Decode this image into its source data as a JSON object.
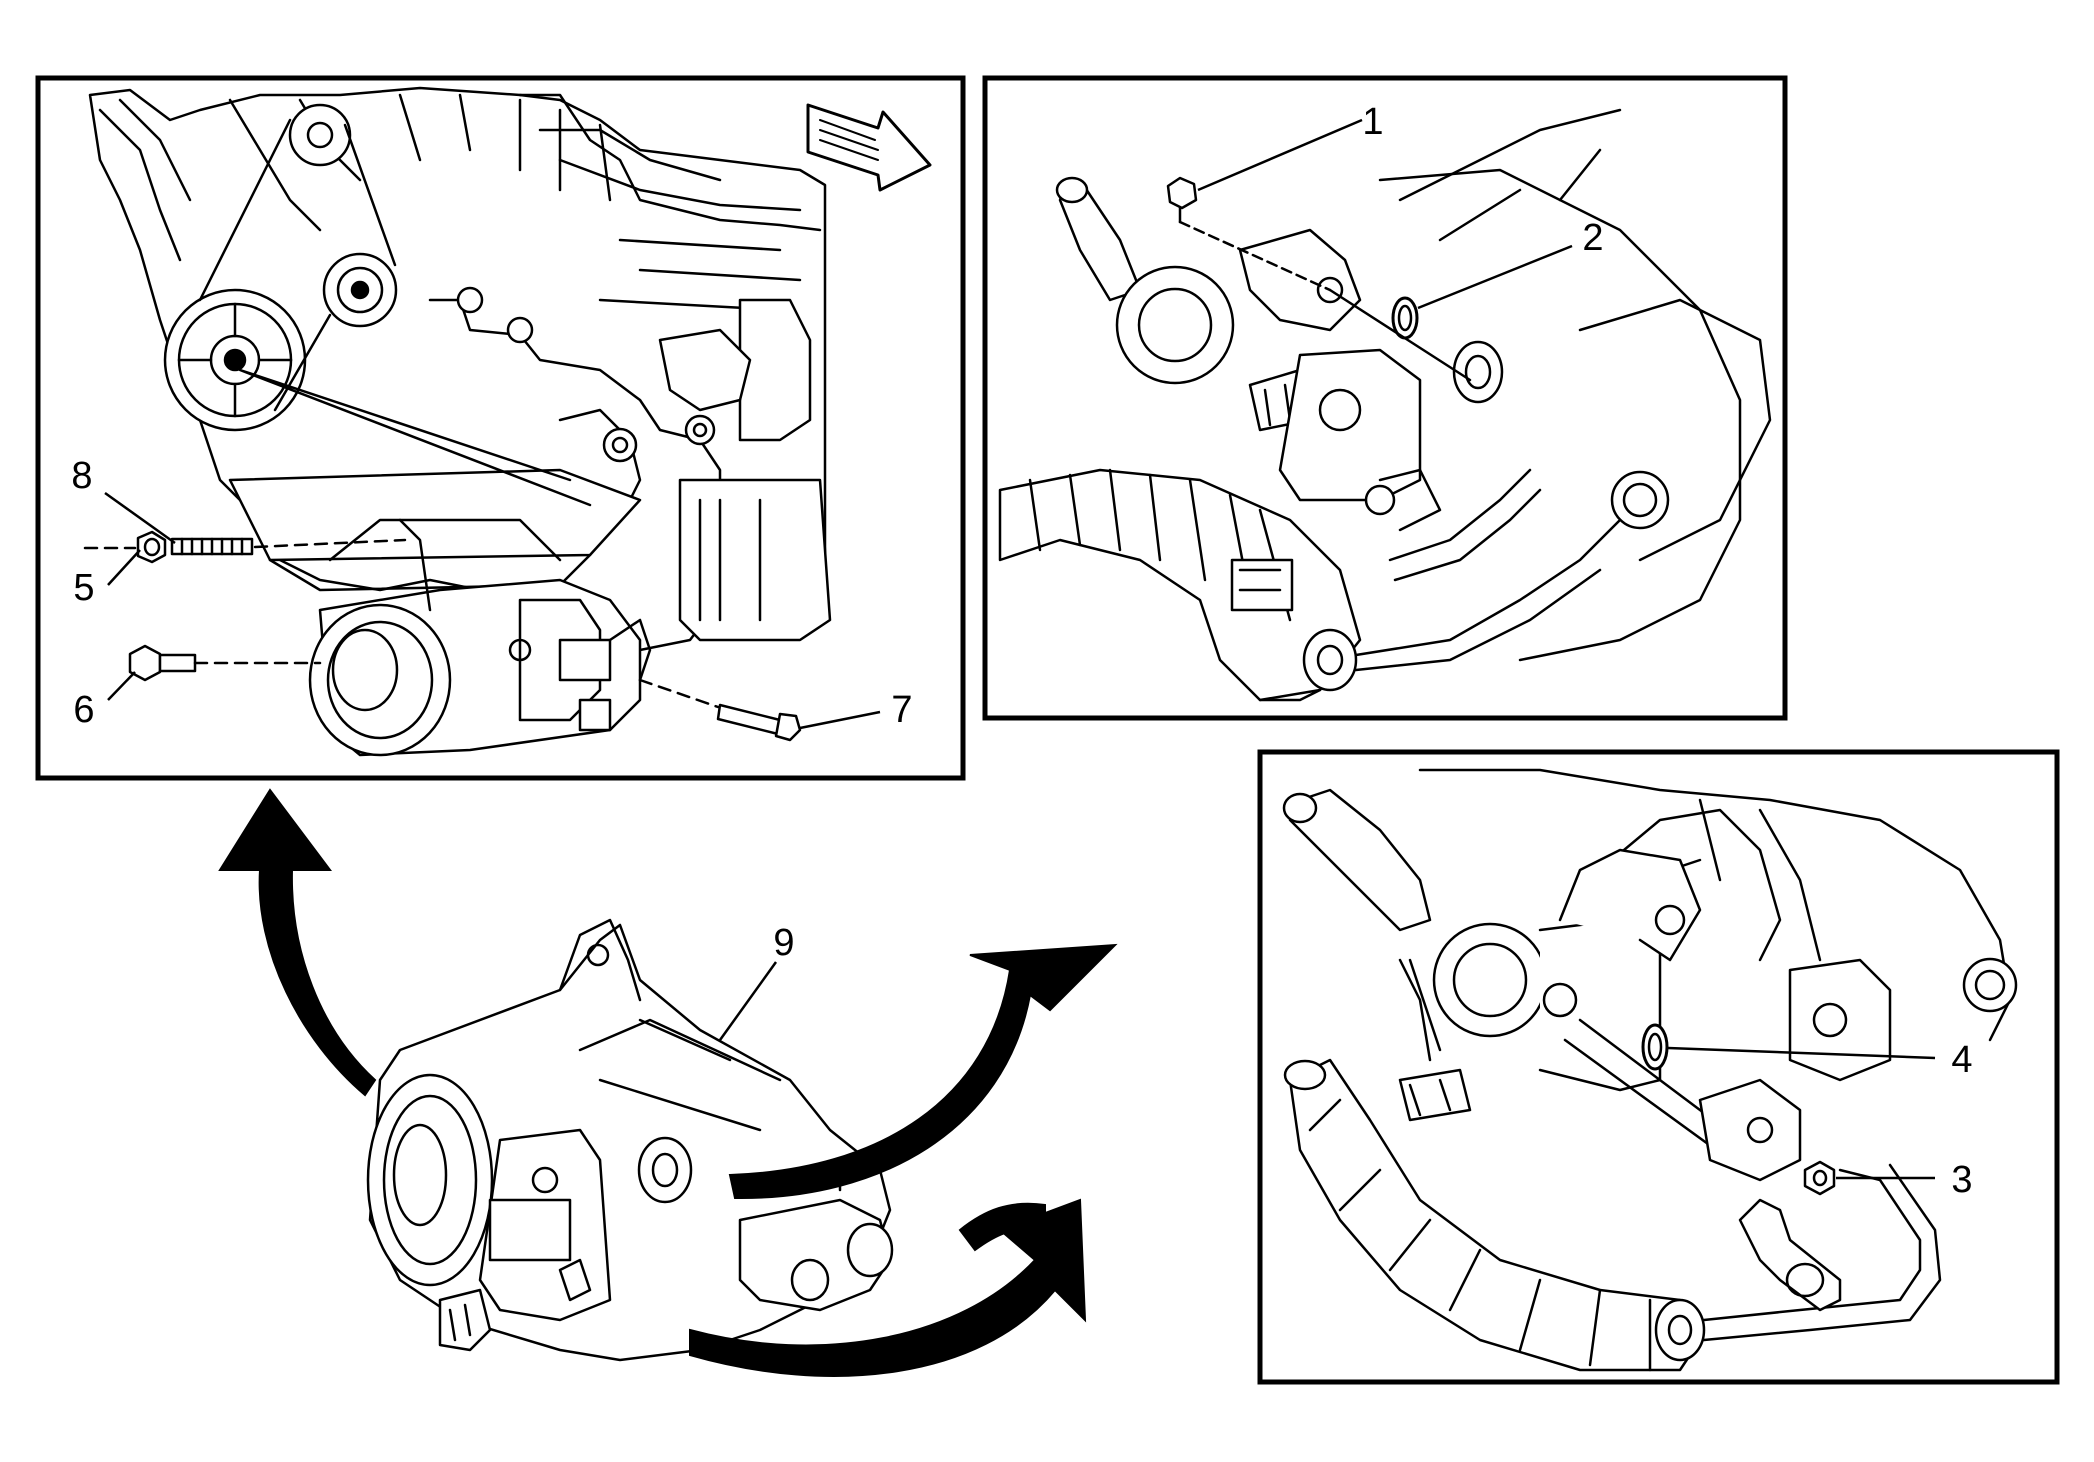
{
  "panels": {
    "engine_view": {
      "callouts": [
        {
          "key": "c8",
          "label": "8"
        },
        {
          "key": "c5",
          "label": "5"
        },
        {
          "key": "c6",
          "label": "6"
        },
        {
          "key": "c7",
          "label": "7"
        }
      ]
    },
    "rear_hose_view": {
      "callouts": [
        {
          "key": "c1",
          "label": "1"
        },
        {
          "key": "c2",
          "label": "2"
        }
      ]
    },
    "side_hose_view": {
      "callouts": [
        {
          "key": "c4",
          "label": "4"
        },
        {
          "key": "c3",
          "label": "3"
        }
      ]
    },
    "compressor": {
      "callouts": [
        {
          "key": "c9",
          "label": "9"
        }
      ]
    }
  }
}
